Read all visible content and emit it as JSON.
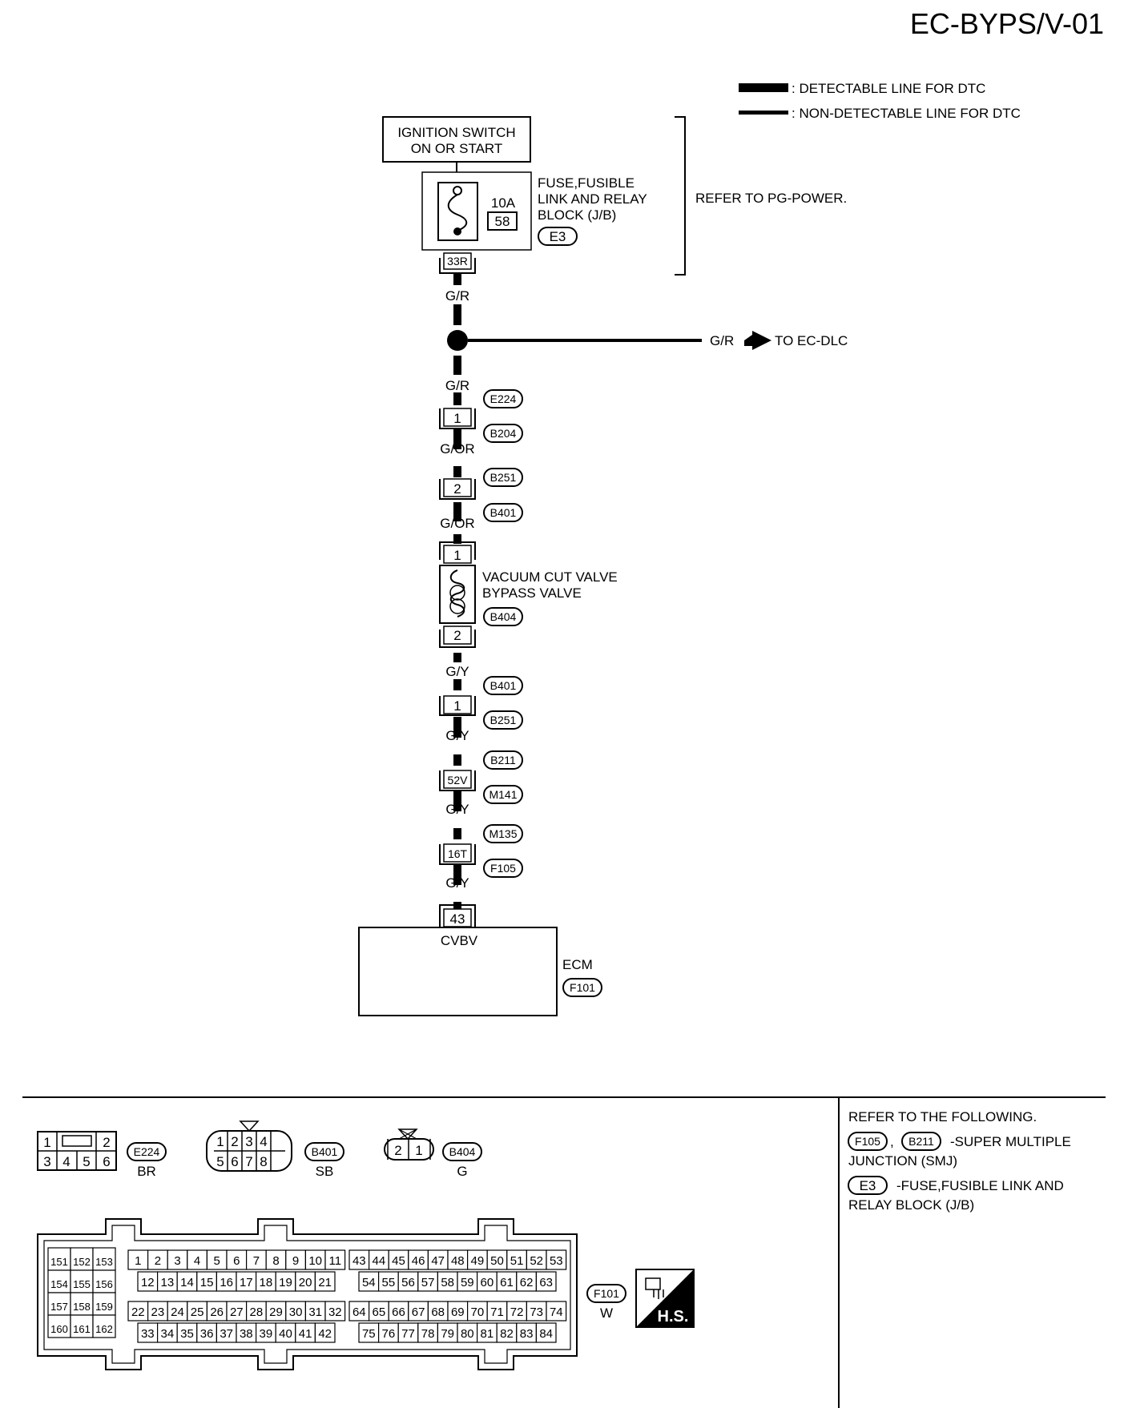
{
  "page_title": "EC-BYPS/V-01",
  "legend": {
    "detectable": ": DETECTABLE LINE FOR DTC",
    "non_detectable": ": NON-DETECTABLE LINE FOR DTC"
  },
  "ignition": {
    "line1": "IGNITION SWITCH",
    "line2": "ON OR START"
  },
  "fuse_block": {
    "amp": "10A",
    "number": "58",
    "label1": "FUSE,FUSIBLE",
    "label2": "LINK AND RELAY",
    "label3": "BLOCK (J/B)",
    "connector": "E3",
    "terminal": "33R"
  },
  "refer_pg": "REFER TO PG-POWER.",
  "wires": {
    "gr_a": "G/R",
    "gr_b": "G/R",
    "gor_a": "G/OR",
    "gor_b": "G/OR",
    "gy_a": "G/Y",
    "gy_b": "G/Y",
    "gy_c": "G/Y",
    "gy_d": "G/Y"
  },
  "branch": {
    "color": "G/R",
    "target": "TO EC-DLC"
  },
  "connectors": {
    "c1": {
      "terminal": "1",
      "top": "E224",
      "bottom": "B204"
    },
    "c2": {
      "terminal": "2",
      "top": "B251",
      "bottom": "B401"
    },
    "c3": {
      "terminal": "1",
      "top": "B401",
      "bottom": "B251"
    },
    "c4": {
      "terminal": "52V",
      "top": "B211",
      "bottom": "M141"
    },
    "c5": {
      "terminal": "16T",
      "top": "M135",
      "bottom": "F105"
    }
  },
  "valve": {
    "term_top": "1",
    "term_bottom": "2",
    "label1": "VACUUM CUT VALVE",
    "label2": "BYPASS VALVE",
    "connector": "B404"
  },
  "ecm": {
    "terminal": "43",
    "pin_name": "CVBV",
    "label": "ECM",
    "connector": "F101"
  },
  "connector_views": {
    "e224": {
      "id": "E224",
      "color": "BR",
      "pins_top": [
        "1",
        "2"
      ],
      "pins_bottom": [
        "3",
        "4",
        "5",
        "6"
      ]
    },
    "b401": {
      "id": "B401",
      "color": "SB",
      "pins_top": [
        "1",
        "2",
        "3",
        "4"
      ],
      "pins_bottom": [
        "5",
        "6",
        "7",
        "8"
      ]
    },
    "b404": {
      "id": "B404",
      "color": "G",
      "pins": [
        "2",
        "1"
      ]
    },
    "f101": {
      "id": "F101",
      "color": "W",
      "left_block": [
        [
          "151",
          "152",
          "153"
        ],
        [
          "154",
          "155",
          "156"
        ],
        [
          "157",
          "158",
          "159"
        ],
        [
          "160",
          "161",
          "162"
        ]
      ],
      "row1": [
        "1",
        "2",
        "3",
        "4",
        "5",
        "6",
        "7",
        "8",
        "9",
        "10",
        "11"
      ],
      "row2": [
        "12",
        "13",
        "14",
        "15",
        "16",
        "17",
        "18",
        "19",
        "20",
        "21"
      ],
      "row3": [
        "22",
        "23",
        "24",
        "25",
        "26",
        "27",
        "28",
        "29",
        "30",
        "31",
        "32"
      ],
      "row4": [
        "33",
        "34",
        "35",
        "36",
        "37",
        "38",
        "39",
        "40",
        "41",
        "42"
      ],
      "row1b": [
        "43",
        "44",
        "45",
        "46",
        "47",
        "48",
        "49",
        "50",
        "51",
        "52",
        "53"
      ],
      "row2b": [
        "54",
        "55",
        "56",
        "57",
        "58",
        "59",
        "60",
        "61",
        "62",
        "63"
      ],
      "row3b": [
        "64",
        "65",
        "66",
        "67",
        "68",
        "69",
        "70",
        "71",
        "72",
        "73",
        "74"
      ],
      "row4b": [
        "75",
        "76",
        "77",
        "78",
        "79",
        "80",
        "81",
        "82",
        "83",
        "84"
      ]
    },
    "hs_label": "H.S."
  },
  "refer_following": {
    "title": "REFER TO THE FOLLOWING.",
    "smj_conn1": "F105",
    "smj_conn2": "B211",
    "smj_text1": "-SUPER MULTIPLE",
    "smj_text2": "JUNCTION (SMJ)",
    "jb_conn": "E3",
    "jb_text1": "-FUSE,FUSIBLE LINK AND",
    "jb_text2": "RELAY BLOCK (J/B)"
  }
}
